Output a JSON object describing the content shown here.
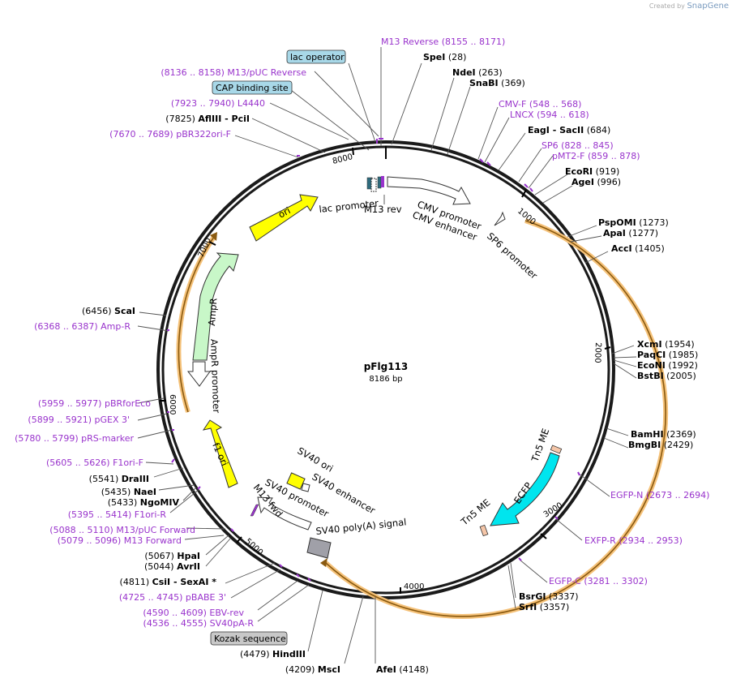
{
  "credit": {
    "prefix": "Created by",
    "brand": "SnapGene"
  },
  "plasmid": {
    "name": "pFlg113",
    "length_label": "8186 bp"
  },
  "ticks": [
    "1000",
    "2000",
    "3000",
    "4000",
    "5000",
    "6000",
    "7000",
    "8000"
  ],
  "features": [
    {
      "id": "lac-operator-box",
      "label": "lac operator",
      "color": "#a8d8e8"
    },
    {
      "id": "cap-box",
      "label": "CAP binding site",
      "color": "#a8d8e8"
    },
    {
      "id": "kozak-box",
      "label": "Kozak sequence",
      "color": "#c8c8c8"
    },
    {
      "id": "ori",
      "label": "ori",
      "color": "#ffff00"
    },
    {
      "id": "ampr",
      "label": "AmpR",
      "color": "#c8f7c8"
    },
    {
      "id": "ampr-promoter",
      "label": "AmpR promoter",
      "color": "#ffffff"
    },
    {
      "id": "f1-ori",
      "label": "f1 ori",
      "color": "#ffff00"
    },
    {
      "id": "lac-promoter",
      "label": "lac promoter",
      "color": "#ffffff"
    },
    {
      "id": "m13-rev",
      "label": "M13 rev",
      "color": "#9933cc"
    },
    {
      "id": "cmv-promoter",
      "label": "CMV promoter",
      "color": "#ffffff"
    },
    {
      "id": "cmv-enhancer",
      "label": "CMV enhancer",
      "color": "#ffffff"
    },
    {
      "id": "sp6-promoter",
      "label": "SP6 promoter",
      "color": "#ffffff"
    },
    {
      "id": "tn5-me-top",
      "label": "Tn5 ME",
      "color": "#f5c6a8"
    },
    {
      "id": "ecfp",
      "label": "ECFP",
      "color": "#00e5ee"
    },
    {
      "id": "tn5-me-bottom",
      "label": "Tn5 ME",
      "color": "#f5c6a8"
    },
    {
      "id": "sv40-ori",
      "label": "SV40 ori",
      "color": "#ffff00"
    },
    {
      "id": "sv40-enhancer",
      "label": "SV40 enhancer",
      "color": "#ffffff"
    },
    {
      "id": "sv40-promoter",
      "label": "SV40 promoter",
      "color": "#ffffff"
    },
    {
      "id": "m13-fwd",
      "label": "M13 fwd",
      "color": "#9933cc"
    },
    {
      "id": "sv40-polya",
      "label": "SV40 poly(A) signal",
      "color": "#a0a0a8"
    }
  ],
  "sites": [
    {
      "name": "M13 Reverse",
      "coord": "(8155 .. 8171)",
      "kind": "primer"
    },
    {
      "name": "SpeI",
      "coord": "(28)",
      "kind": "enzyme"
    },
    {
      "name": "NdeI",
      "coord": "(263)",
      "kind": "enzyme"
    },
    {
      "name": "SnaBI",
      "coord": "(369)",
      "kind": "enzyme"
    },
    {
      "name": "CMV-F",
      "coord": "(548 .. 568)",
      "kind": "primer"
    },
    {
      "name": "LNCX",
      "coord": "(594 .. 618)",
      "kind": "primer"
    },
    {
      "name": "EagI",
      "name2": "SacII",
      "coord": "(684)",
      "kind": "enzyme"
    },
    {
      "name": "SP6",
      "coord": "(828 .. 845)",
      "kind": "primer"
    },
    {
      "name": "pMT2-F",
      "coord": "(859 .. 878)",
      "kind": "primer"
    },
    {
      "name": "EcoRI",
      "coord": "(919)",
      "kind": "enzyme"
    },
    {
      "name": "AgeI",
      "coord": "(996)",
      "kind": "enzyme"
    },
    {
      "name": "PspOMI",
      "coord": "(1273)",
      "kind": "enzyme"
    },
    {
      "name": "ApaI",
      "coord": "(1277)",
      "kind": "enzyme"
    },
    {
      "name": "AccI",
      "coord": "(1405)",
      "kind": "enzyme"
    },
    {
      "name": "XcmI",
      "coord": "(1954)",
      "kind": "enzyme"
    },
    {
      "name": "PaqCI",
      "coord": "(1985)",
      "kind": "enzyme"
    },
    {
      "name": "EcoNI",
      "coord": "(1992)",
      "kind": "enzyme"
    },
    {
      "name": "BstBI",
      "coord": "(2005)",
      "kind": "enzyme"
    },
    {
      "name": "BamHI",
      "coord": "(2369)",
      "kind": "enzyme"
    },
    {
      "name": "BmgBI",
      "coord": "(2429)",
      "kind": "enzyme"
    },
    {
      "name": "EGFP-N",
      "coord": "(2673 .. 2694)",
      "kind": "primer"
    },
    {
      "name": "EXFP-R",
      "coord": "(2934 .. 2953)",
      "kind": "primer"
    },
    {
      "name": "EGFP-C",
      "coord": "(3281 .. 3302)",
      "kind": "primer"
    },
    {
      "name": "BsrGI",
      "coord": "(3337)",
      "kind": "enzyme"
    },
    {
      "name": "SrfI",
      "coord": "(3357)",
      "kind": "enzyme"
    },
    {
      "name": "AfeI",
      "coord": "(4148)",
      "kind": "enzyme"
    },
    {
      "name": "MscI",
      "coord": "(4209)",
      "kind": "enzyme"
    },
    {
      "name": "HindIII",
      "coord": "(4479)",
      "kind": "enzyme"
    },
    {
      "name": "SV40pA-R",
      "coord": "(4536 .. 4555)",
      "kind": "primer"
    },
    {
      "name": "EBV-rev",
      "coord": "(4590 .. 4609)",
      "kind": "primer"
    },
    {
      "name": "pBABE 3'",
      "coord": "(4725 .. 4745)",
      "kind": "primer"
    },
    {
      "name": "CsiI",
      "name2": "SexAI *",
      "coord": "(4811)",
      "kind": "enzyme"
    },
    {
      "name": "AvrII",
      "coord": "(5044)",
      "kind": "enzyme"
    },
    {
      "name": "HpaI",
      "coord": "(5067)",
      "kind": "enzyme"
    },
    {
      "name": "M13 Forward",
      "coord": "(5079 .. 5096)",
      "kind": "primer"
    },
    {
      "name": "M13/pUC Forward",
      "coord": "(5088 .. 5110)",
      "kind": "primer"
    },
    {
      "name": "F1ori-R",
      "coord": "(5395 .. 5414)",
      "kind": "primer"
    },
    {
      "name": "NgoMIV",
      "coord": "(5433)",
      "kind": "enzyme"
    },
    {
      "name": "NaeI",
      "coord": "(5435)",
      "kind": "enzyme"
    },
    {
      "name": "DraIII",
      "coord": "(5541)",
      "kind": "enzyme"
    },
    {
      "name": "F1ori-F",
      "coord": "(5605 .. 5626)",
      "kind": "primer"
    },
    {
      "name": "pRS-marker",
      "coord": "(5780 .. 5799)",
      "kind": "primer"
    },
    {
      "name": "pGEX 3'",
      "coord": "(5899 .. 5921)",
      "kind": "primer"
    },
    {
      "name": "pBRforEco",
      "coord": "(5959 .. 5977)",
      "kind": "primer"
    },
    {
      "name": "Amp-R",
      "coord": "(6368 .. 6387)",
      "kind": "primer"
    },
    {
      "name": "ScaI",
      "coord": "(6456)",
      "kind": "enzyme"
    },
    {
      "name": "pBR322ori-F",
      "coord": "(7670 .. 7689)",
      "kind": "primer"
    },
    {
      "name": "AflIII",
      "name2": "PciI",
      "coord": "(7825)",
      "kind": "enzyme"
    },
    {
      "name": "L4440",
      "coord": "(7923 .. 7940)",
      "kind": "primer"
    },
    {
      "name": "M13/pUC Reverse",
      "coord": "(8136 .. 8158)",
      "kind": "primer"
    }
  ]
}
